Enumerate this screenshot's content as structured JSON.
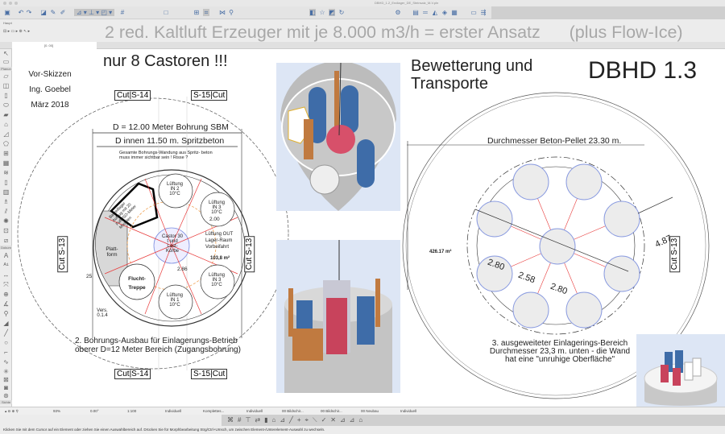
{
  "window": {
    "title": "DBHD_1.2_Endlager_DE_Steinsalz_M-V.pln"
  },
  "toolbar": {
    "palette_label": "Haupt",
    "tab_label": "[0. 00]"
  },
  "header": {
    "title": "2 red. Kaltluft Erzeuger mit je 8.000 m3/h = erster Ansatz      (plus Flow-Ice)"
  },
  "toolbox": {
    "sections": [
      "Planun",
      "Dokum",
      "Sichte"
    ]
  },
  "canvas": {
    "subtitle": "nur 8 Castoren !!!",
    "topic": "Bewetterung und Transporte",
    "version_big": "DBHD 1.3",
    "author": [
      "Vor-Skizzen",
      "Ing. Goebel",
      "März 2018"
    ],
    "left": {
      "cut_s14": [
        "Cut",
        "S-14"
      ],
      "cut_s15": [
        "S-15",
        "Cut"
      ],
      "cut_s13": "Cut S-13",
      "dim_outer": "D = 12.00 Meter Bohrung SBM",
      "dim_inner": "D innen 11.50 m. Spritzbeton",
      "note": "Gesamte Bohrungs-Wandung aus Spritz- beton muss immer sichtbar sein ! Risse ?",
      "lueftung": [
        "Lüftung IN 2 10°C",
        "Lüftung IN 3 10°C",
        "Lüftung IN 3 10°C",
        "Lüftung IN 1 10°C"
      ],
      "lueftung_out": "Lüftung OUT Lager-Raum Vorbeifahrt",
      "castor": "Castor 30 t und Last- Körbe",
      "area": "103,8 m²",
      "platform": "Platt- form",
      "stairs": "Flucht- Treppe",
      "bauteil": "Bauteillager Aufzug mit 20 Fuß ISO-Meter Modulen",
      "dim_200": "2.00",
      "dim_286": "2.86",
      "dim_25": "25",
      "version": "Vers. 0.1.4",
      "caption": [
        "2. Bohrungs-Ausbau für Einlagerungs-Betrieb",
        "oberer D=12 Meter Bereich (Zugangsbohrung)"
      ]
    },
    "right": {
      "dim_pellet": "Durchmesser Beton-Pellet 23.30 m.",
      "dims": [
        "2.80",
        "2.58",
        "2.80",
        "4.87"
      ],
      "area": "426.17 m²",
      "cut_s13": "Cut S-13",
      "caption": [
        "3. ausgeweiteter Einlagerings-Bereich",
        "Durchmesser 23,3 m. unten - die Wand",
        "hat eine \"unruhige Oberfläche\""
      ]
    }
  },
  "statusbar": {
    "zoom": "93%",
    "angle": "0.00°",
    "scale": "1:100",
    "layer": "Individuell",
    "model": "Komplettes...",
    "pen": "Individuell",
    "view1": "00 Bildschir...",
    "view2": "00 Bildschir...",
    "renovation": "00 Neubau",
    "structure": "Individuell"
  },
  "message": "Klicken Sie mit dem Cursor auf ein Element oder ziehen Sie einen Auswahlbereich auf. Drücken Sie für Morphbearbeitung Strg/Ctrl+Umsch, um zwischen Element-/Unterelement-Auswahl zu wechseln.",
  "colors": {
    "accent": "#4a6fa5",
    "red": "#e83a3a",
    "orange": "#f0a050",
    "blue": "#7d8fe0"
  }
}
